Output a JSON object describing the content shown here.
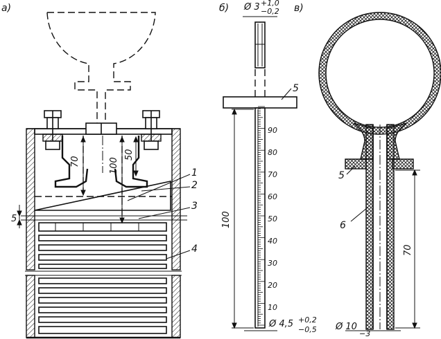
{
  "panel_labels": {
    "a": "а)",
    "b": "б)",
    "c": "в)"
  },
  "panel_a": {
    "dimensions": {
      "d70": "70",
      "d100": "100",
      "d50": "50",
      "d5": "5"
    },
    "callouts": {
      "c1": "1",
      "c2": "2",
      "c3": "3",
      "c4": "4"
    }
  },
  "panel_b": {
    "top_diameter": {
      "main": "Ø 3",
      "tol_upper": "+1,0",
      "tol_lower": "−0,2"
    },
    "bottom_diameter": {
      "main": "Ø 4,5",
      "tol_upper": "+0,2",
      "tol_lower": "−0,5"
    },
    "length_dim": "100",
    "callout_5": "5",
    "scale_labels": [
      "90",
      "80",
      "70",
      "60",
      "50",
      "40",
      "30",
      "20",
      "10"
    ]
  },
  "panel_c": {
    "callouts": {
      "c5": "5",
      "c6": "6"
    },
    "height_dim": "70",
    "bottom_diameter": {
      "main": "Ø 10",
      "tol": "−3"
    }
  }
}
